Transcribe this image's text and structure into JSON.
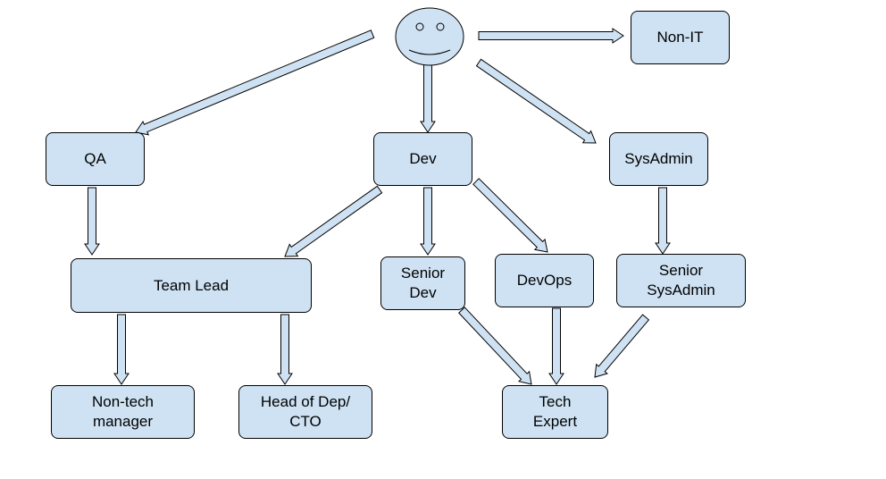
{
  "colors": {
    "fill": "#cfe2f3",
    "stroke": "#000000",
    "face": "#cfe2f3"
  },
  "face": {
    "icon": "smiley-face-icon"
  },
  "nodes": {
    "non_it": [
      "Non-IT"
    ],
    "qa": [
      "QA"
    ],
    "dev": [
      "Dev"
    ],
    "sysadmin": [
      "SysAdmin"
    ],
    "team_lead": [
      "Team Lead"
    ],
    "senior_dev": [
      "Senior",
      "Dev"
    ],
    "devops": [
      "DevOps"
    ],
    "senior_sysadmin": [
      "Senior",
      "SysAdmin"
    ],
    "non_tech_manager": [
      "Non-tech",
      "manager"
    ],
    "head_of_dep": [
      "Head of Dep/",
      "CTO"
    ],
    "tech_expert": [
      "Tech",
      "Expert"
    ]
  },
  "edges": [
    [
      "face",
      "qa"
    ],
    [
      "face",
      "dev"
    ],
    [
      "face",
      "non_it"
    ],
    [
      "face",
      "sysadmin"
    ],
    [
      "qa",
      "team_lead"
    ],
    [
      "dev",
      "team_lead"
    ],
    [
      "dev",
      "senior_dev"
    ],
    [
      "dev",
      "devops"
    ],
    [
      "sysadmin",
      "senior_sysadmin"
    ],
    [
      "team_lead",
      "non_tech_manager"
    ],
    [
      "team_lead",
      "head_of_dep"
    ],
    [
      "senior_dev",
      "tech_expert"
    ],
    [
      "devops",
      "tech_expert"
    ],
    [
      "senior_sysadmin",
      "tech_expert"
    ]
  ]
}
